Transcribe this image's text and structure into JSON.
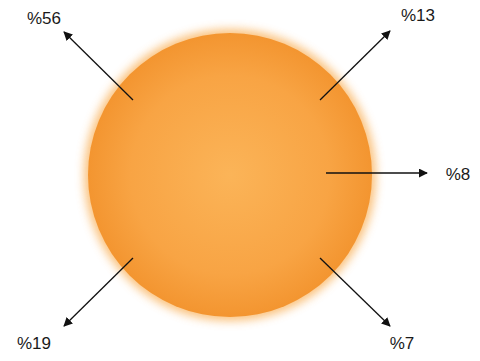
{
  "diagram": {
    "labels": [
      "%56",
      "%13",
      "%8",
      "%19",
      "%7"
    ]
  }
}
